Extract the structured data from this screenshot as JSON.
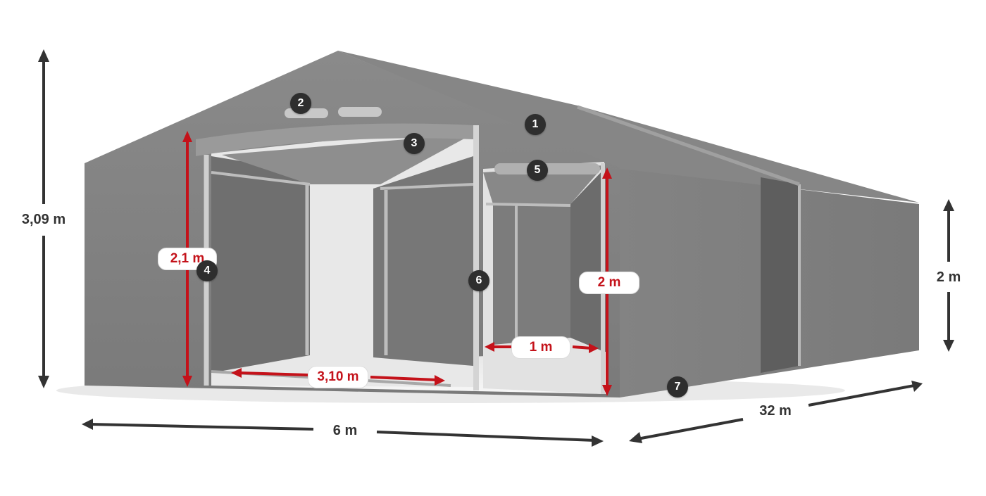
{
  "dimensions": {
    "height_total": "3,09 m",
    "width": "6 m",
    "length": "32 m",
    "side_wall_height": "2 m"
  },
  "door_dimensions": {
    "entrance_height": "2,1 m",
    "entrance_width": "3,10 m",
    "door_height": "2 m",
    "door_width": "1 m"
  },
  "callouts": [
    "1",
    "2",
    "3",
    "4",
    "5",
    "6",
    "7"
  ],
  "colors": {
    "tent_gray": "#7d7d7d",
    "dimension_red": "#c4121a",
    "dimension_dark": "#333333"
  }
}
